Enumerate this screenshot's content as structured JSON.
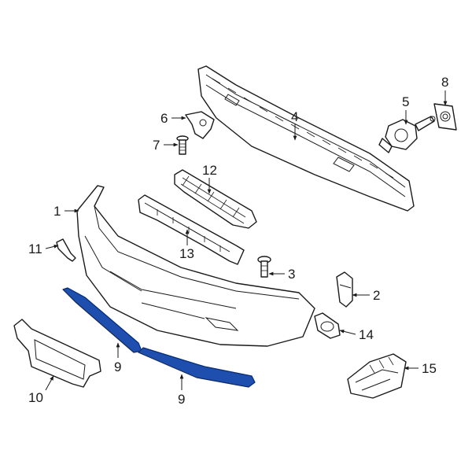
{
  "colors": {
    "highlight": "#1e4fae",
    "line": "#1a1a1a",
    "background": "#ffffff"
  },
  "callouts": {
    "c1": "1",
    "c2": "2",
    "c3": "3",
    "c4": "4",
    "c5": "5",
    "c6": "6",
    "c7": "7",
    "c8": "8",
    "c9a": "9",
    "c9b": "9",
    "c10": "10",
    "c11": "11",
    "c12": "12",
    "c13": "13",
    "c14": "14",
    "c15": "15"
  }
}
